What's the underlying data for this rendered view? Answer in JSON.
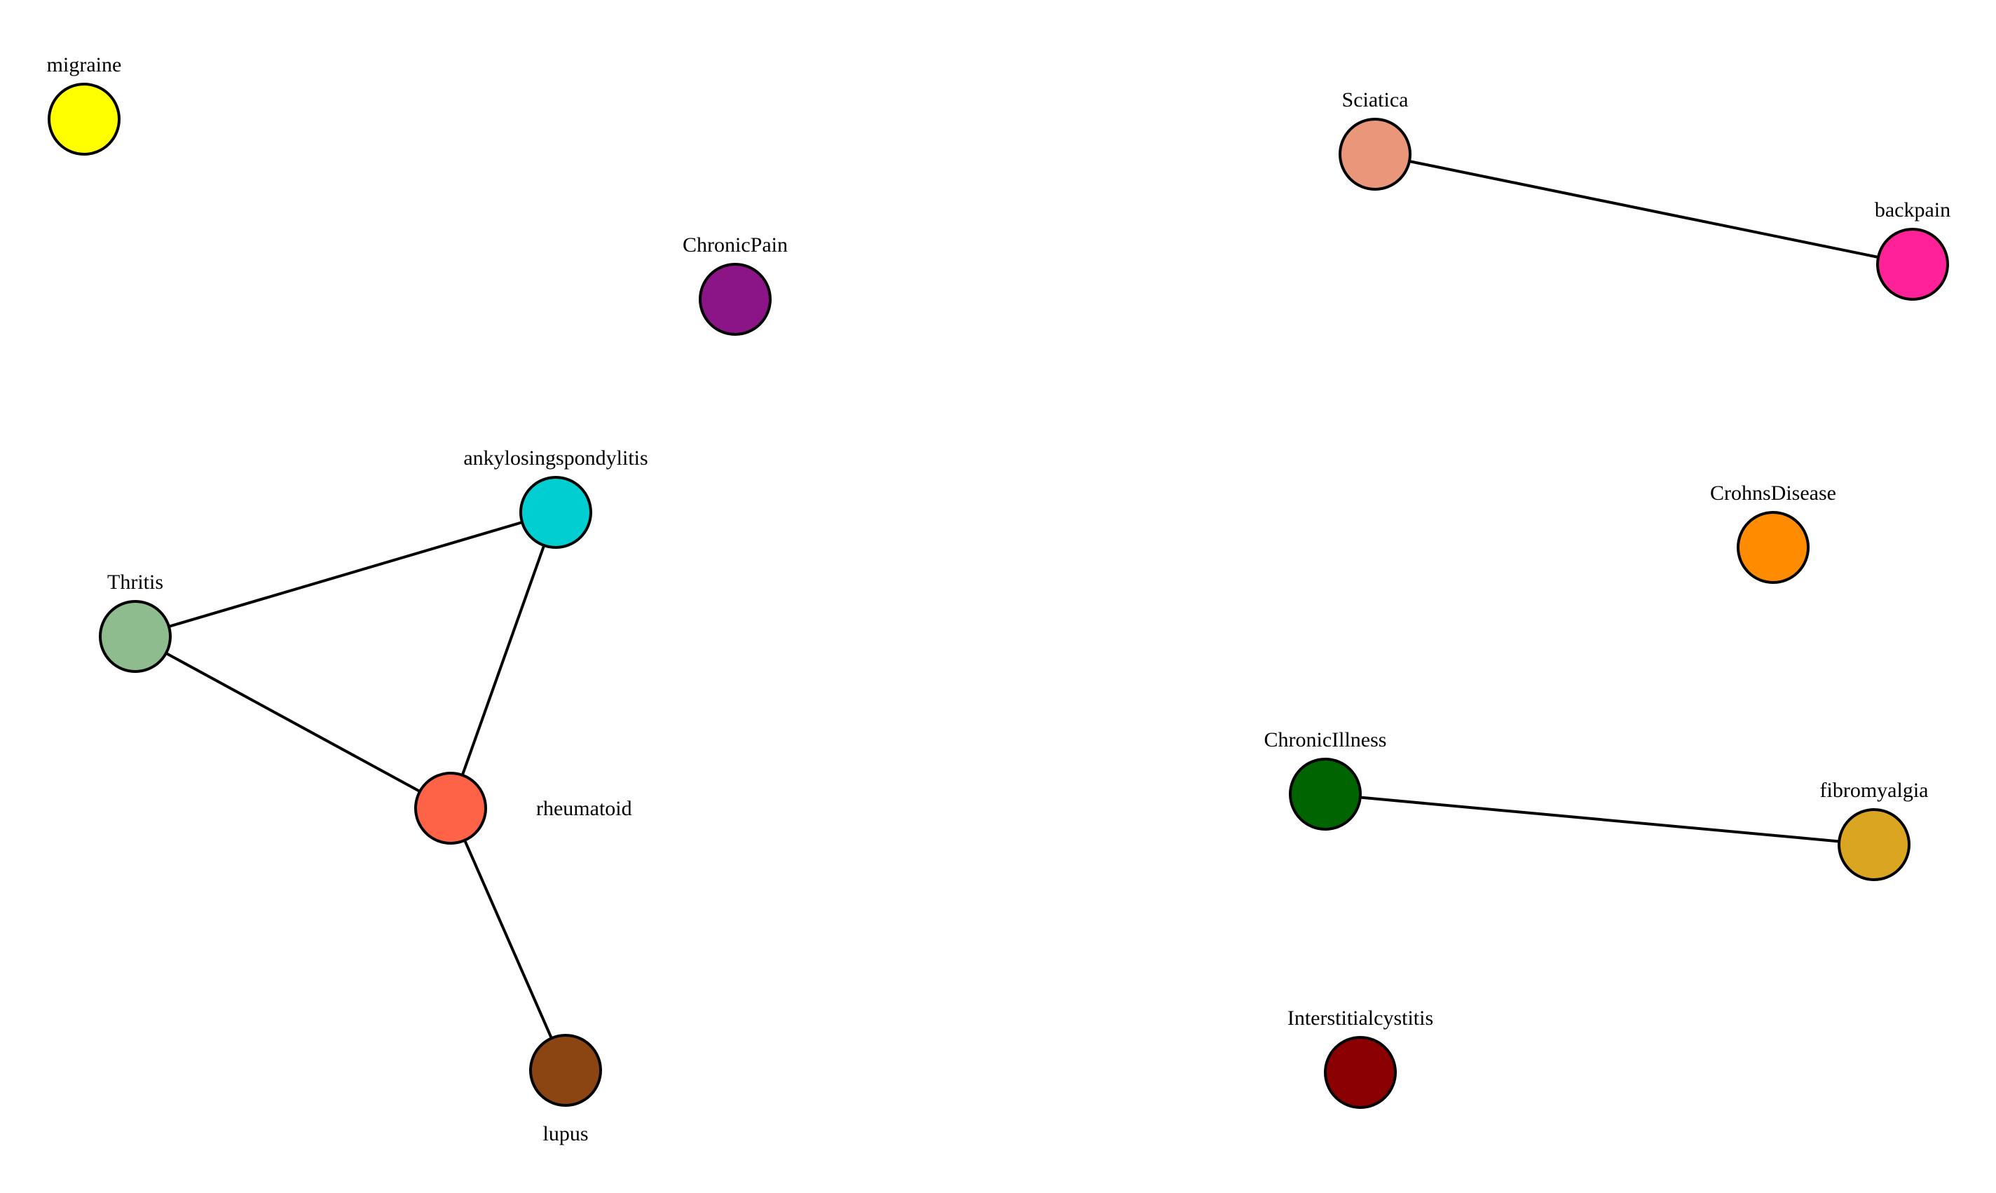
{
  "nodes": [
    {
      "id": "migraine",
      "label": "migraine",
      "color": "#FFFF00"
    },
    {
      "id": "chronicpain",
      "label": "ChronicPain",
      "color": "#8B1486"
    },
    {
      "id": "sciatica",
      "label": "Sciatica",
      "color": "#E9967A"
    },
    {
      "id": "backpain",
      "label": "backpain",
      "color": "#FF2197"
    },
    {
      "id": "ankylosingspondylitis",
      "label": "ankylosingspondylitis",
      "color": "#00CED1"
    },
    {
      "id": "thritis",
      "label": "Thritis",
      "color": "#8FBC8F"
    },
    {
      "id": "crohnsdisease",
      "label": "CrohnsDisease",
      "color": "#FF8C00"
    },
    {
      "id": "rheumatoid",
      "label": "rheumatoid",
      "color": "#FF6347"
    },
    {
      "id": "chronicillness",
      "label": "ChronicIllness",
      "color": "#006400"
    },
    {
      "id": "fibromyalgia",
      "label": "fibromyalgia",
      "color": "#DAA520"
    },
    {
      "id": "lupus",
      "label": "lupus",
      "color": "#8B4513"
    },
    {
      "id": "interstitialcystitis",
      "label": "Interstitialcystitis",
      "color": "#8B0000"
    }
  ],
  "edges": [
    {
      "source": "sciatica",
      "target": "backpain"
    },
    {
      "source": "thritis",
      "target": "ankylosingspondylitis"
    },
    {
      "source": "thritis",
      "target": "rheumatoid"
    },
    {
      "source": "ankylosingspondylitis",
      "target": "rheumatoid"
    },
    {
      "source": "rheumatoid",
      "target": "lupus"
    },
    {
      "source": "chronicillness",
      "target": "fibromyalgia"
    }
  ]
}
